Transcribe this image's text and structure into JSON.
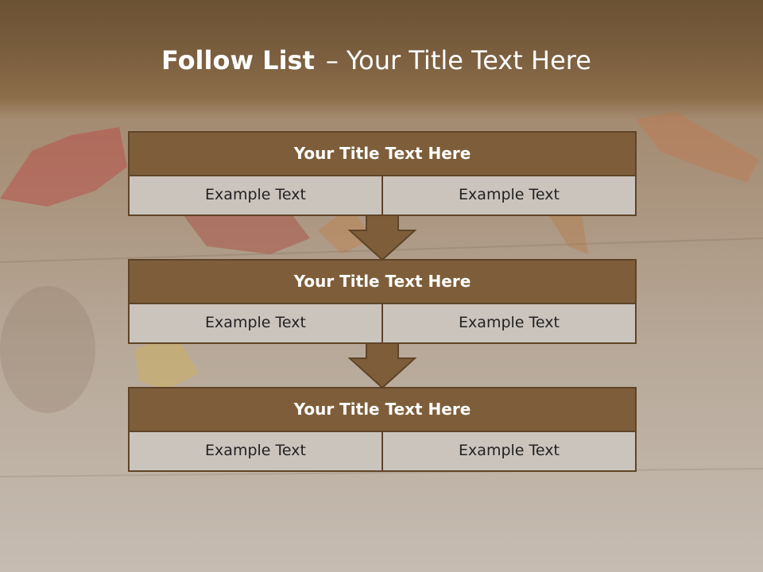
{
  "title": {
    "bold": "Follow List",
    "separator": "–",
    "rest": "Your Title Text Here"
  },
  "blocks": [
    {
      "title": "Your Title Text Here",
      "cells": [
        "Example Text",
        "Example Text"
      ]
    },
    {
      "title": "Your Title Text Here",
      "cells": [
        "Example Text",
        "Example Text"
      ]
    },
    {
      "title": "Your Title Text Here",
      "cells": [
        "Example Text",
        "Example Text"
      ]
    }
  ],
  "colors": {
    "header": "#7c6040",
    "block_head": "#7e5e3a",
    "cell": "#cbc4bd",
    "border": "#5e4428"
  }
}
